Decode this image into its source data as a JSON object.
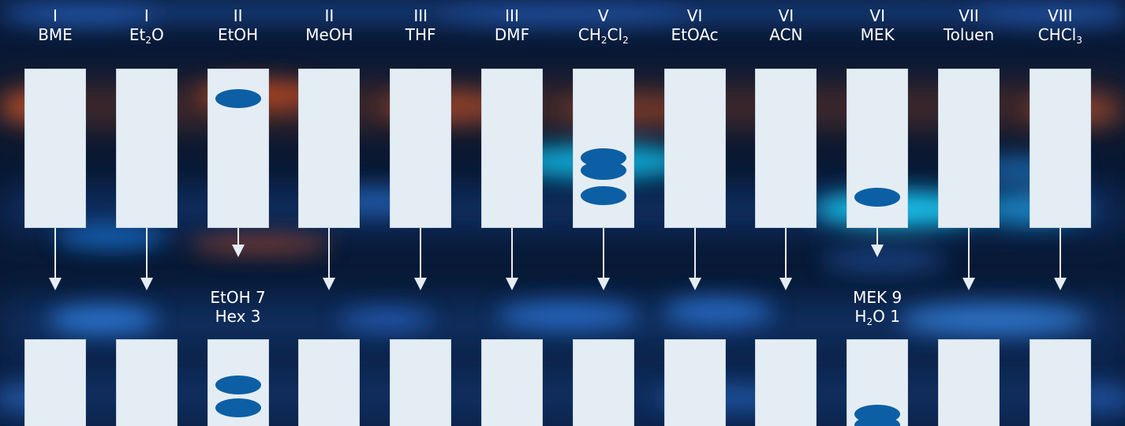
{
  "lanes": [
    {
      "group": "I",
      "name": [
        "BME"
      ],
      "solvent": null,
      "top_spots": [],
      "bottom_spots": []
    },
    {
      "group": "I",
      "name": [
        "Et",
        "2",
        "O"
      ],
      "solvent": null,
      "top_spots": [],
      "bottom_spots": []
    },
    {
      "group": "II",
      "name": [
        "EtOH"
      ],
      "solvent": {
        "line1": [
          "EtOH 7"
        ],
        "line2": [
          "Hex 3"
        ]
      },
      "top_spots": [
        0.14
      ],
      "bottom_spots": [
        0.47,
        0.77
      ]
    },
    {
      "group": "II",
      "name": [
        "MeOH"
      ],
      "solvent": null,
      "top_spots": [],
      "bottom_spots": []
    },
    {
      "group": "III",
      "name": [
        "THF"
      ],
      "solvent": null,
      "top_spots": [],
      "bottom_spots": []
    },
    {
      "group": "III",
      "name": [
        "DMF"
      ],
      "solvent": null,
      "top_spots": [],
      "bottom_spots": []
    },
    {
      "group": "V",
      "name": [
        "CH",
        "2",
        "Cl",
        "2"
      ],
      "solvent": null,
      "top_spots": [
        0.56,
        0.65,
        0.83
      ],
      "bottom_spots": []
    },
    {
      "group": "VI",
      "name": [
        "EtOAc"
      ],
      "solvent": null,
      "top_spots": [],
      "bottom_spots": []
    },
    {
      "group": "VI",
      "name": [
        "ACN"
      ],
      "solvent": null,
      "top_spots": [],
      "bottom_spots": []
    },
    {
      "group": "VI",
      "name": [
        "MEK"
      ],
      "solvent": {
        "line1": [
          "MEK 9"
        ],
        "line2": [
          "H",
          "2",
          "O 1"
        ]
      },
      "top_spots": [
        0.84
      ],
      "bottom_spots": [
        0.85,
        1.0
      ]
    },
    {
      "group": "VII",
      "name": [
        "Toluen"
      ],
      "solvent": null,
      "top_spots": [],
      "bottom_spots": []
    },
    {
      "group": "VIII",
      "name": [
        "CHCl",
        "3"
      ],
      "solvent": null,
      "top_spots": [],
      "bottom_spots": []
    }
  ],
  "colors": {
    "plate": "#e4edf4",
    "spot": "#0c5fa4",
    "arrow": "#e4edf4",
    "label": "#ffffff"
  }
}
